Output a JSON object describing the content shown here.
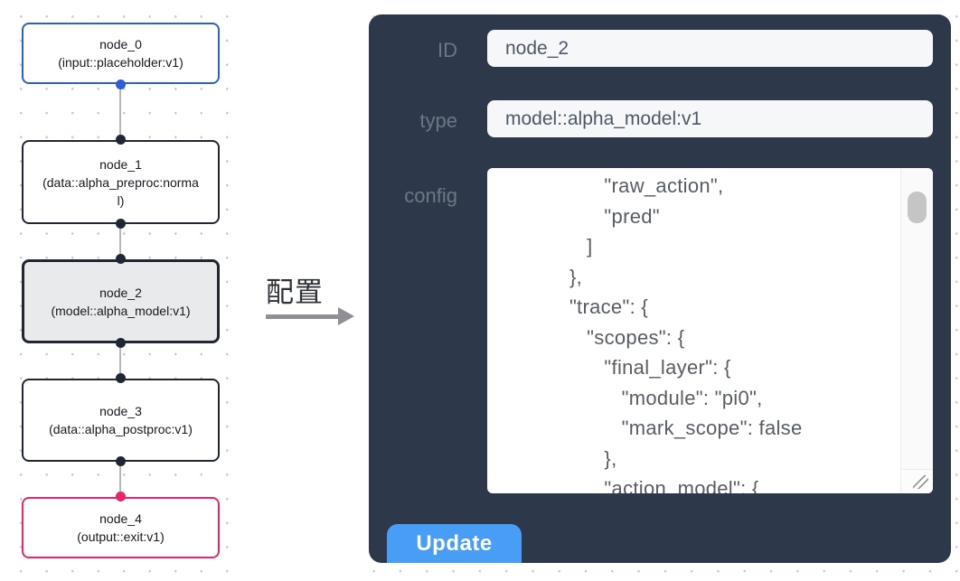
{
  "flow": {
    "nodes": [
      {
        "id": "node_0",
        "title": "node_0",
        "subtitle": "(input::placeholder:v1)",
        "kind": "input",
        "accent": "#2c5fd6",
        "selected": false
      },
      {
        "id": "node_1",
        "title": "node_1",
        "subtitle": "(data::alpha_preproc:normal)",
        "kind": "data",
        "accent": "#212633",
        "selected": false
      },
      {
        "id": "node_2",
        "title": "node_2",
        "subtitle": "(model::alpha_model:v1)",
        "kind": "model",
        "accent": "#212633",
        "selected": true
      },
      {
        "id": "node_3",
        "title": "node_3",
        "subtitle": "(data::alpha_postproc:v1)",
        "kind": "data",
        "accent": "#212633",
        "selected": false
      },
      {
        "id": "node_4",
        "title": "node_4",
        "subtitle": "(output::exit:v1)",
        "kind": "output",
        "accent": "#eb2368",
        "selected": false
      }
    ]
  },
  "transfer": {
    "label": "配置"
  },
  "panel": {
    "fields": [
      {
        "label": "ID",
        "value": "node_2"
      },
      {
        "label": "type",
        "value": "model::alpha_model:v1"
      }
    ],
    "config_label": "config",
    "config_text": "                  \"raw_action\",\n                  \"pred\"\n               ]\n            },\n            \"trace\": {\n               \"scopes\": {\n                  \"final_layer\": {\n                     \"module\": \"pi0\",\n                     \"mark_scope\": false\n                  },\n                  \"action_model\": {",
    "update_label": "Update"
  },
  "colors": {
    "panel_background": "#2d394a",
    "update_button": "#489ef5",
    "node_default_border": "#212633",
    "node_input_border": "#2c5fd6",
    "node_output_border": "#eb2368",
    "node_selected_background": "#e9eaeb",
    "edge": "#b5b6b8"
  }
}
